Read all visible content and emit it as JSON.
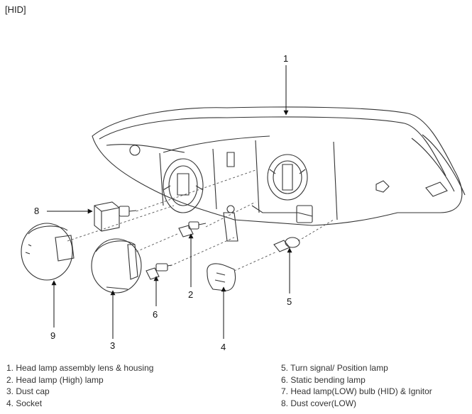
{
  "section_tag": "[HID]",
  "callouts": {
    "c1": "1",
    "c2": "2",
    "c3": "3",
    "c4": "4",
    "c5": "5",
    "c6": "6",
    "c8": "8",
    "c9": "9"
  },
  "legend": {
    "left": [
      "1. Head lamp assembly lens & housing",
      "2. Head lamp (High) lamp",
      "3. Dust cap",
      "4. Socket"
    ],
    "right": [
      "5. Turn signal/ Position lamp",
      "6. Static bending lamp",
      "7. Head lamp(LOW) bulb (HID) & Ignitor",
      "8. Dust cover(LOW)"
    ]
  }
}
